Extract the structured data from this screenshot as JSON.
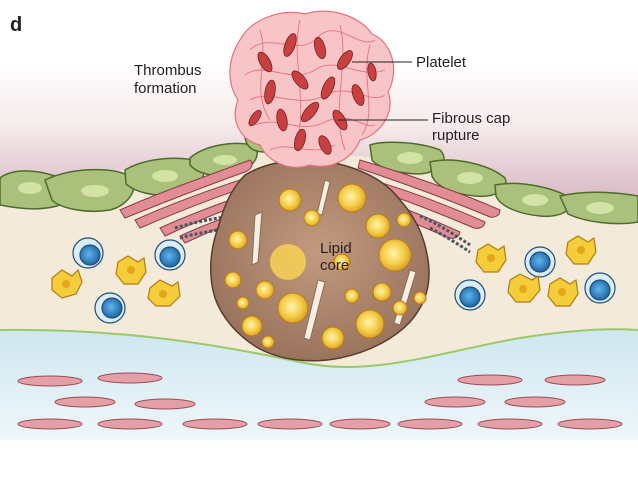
{
  "panel_letter": "d",
  "labels": {
    "thrombus_line1": "Thrombus",
    "thrombus_line2": "formation",
    "platelet": "Platelet",
    "fibrous_line1": "Fibrous cap",
    "fibrous_line2": "rupture",
    "lipid_line1": "Lipid",
    "lipid_line2": "core"
  },
  "colors": {
    "lumen_top": "#ffffff",
    "lumen_pink": "#e3c8cf",
    "endothelium": "#a9c17a",
    "intima": "#f3ead9",
    "media": "#dceef5",
    "lipid_core": "#a88067",
    "foam_cell": "#f2c33c",
    "monocyte": "#2f8fd0",
    "smooth_muscle": "#d9838f",
    "platelet": "#c8423f",
    "fibrin": "#f08080"
  }
}
